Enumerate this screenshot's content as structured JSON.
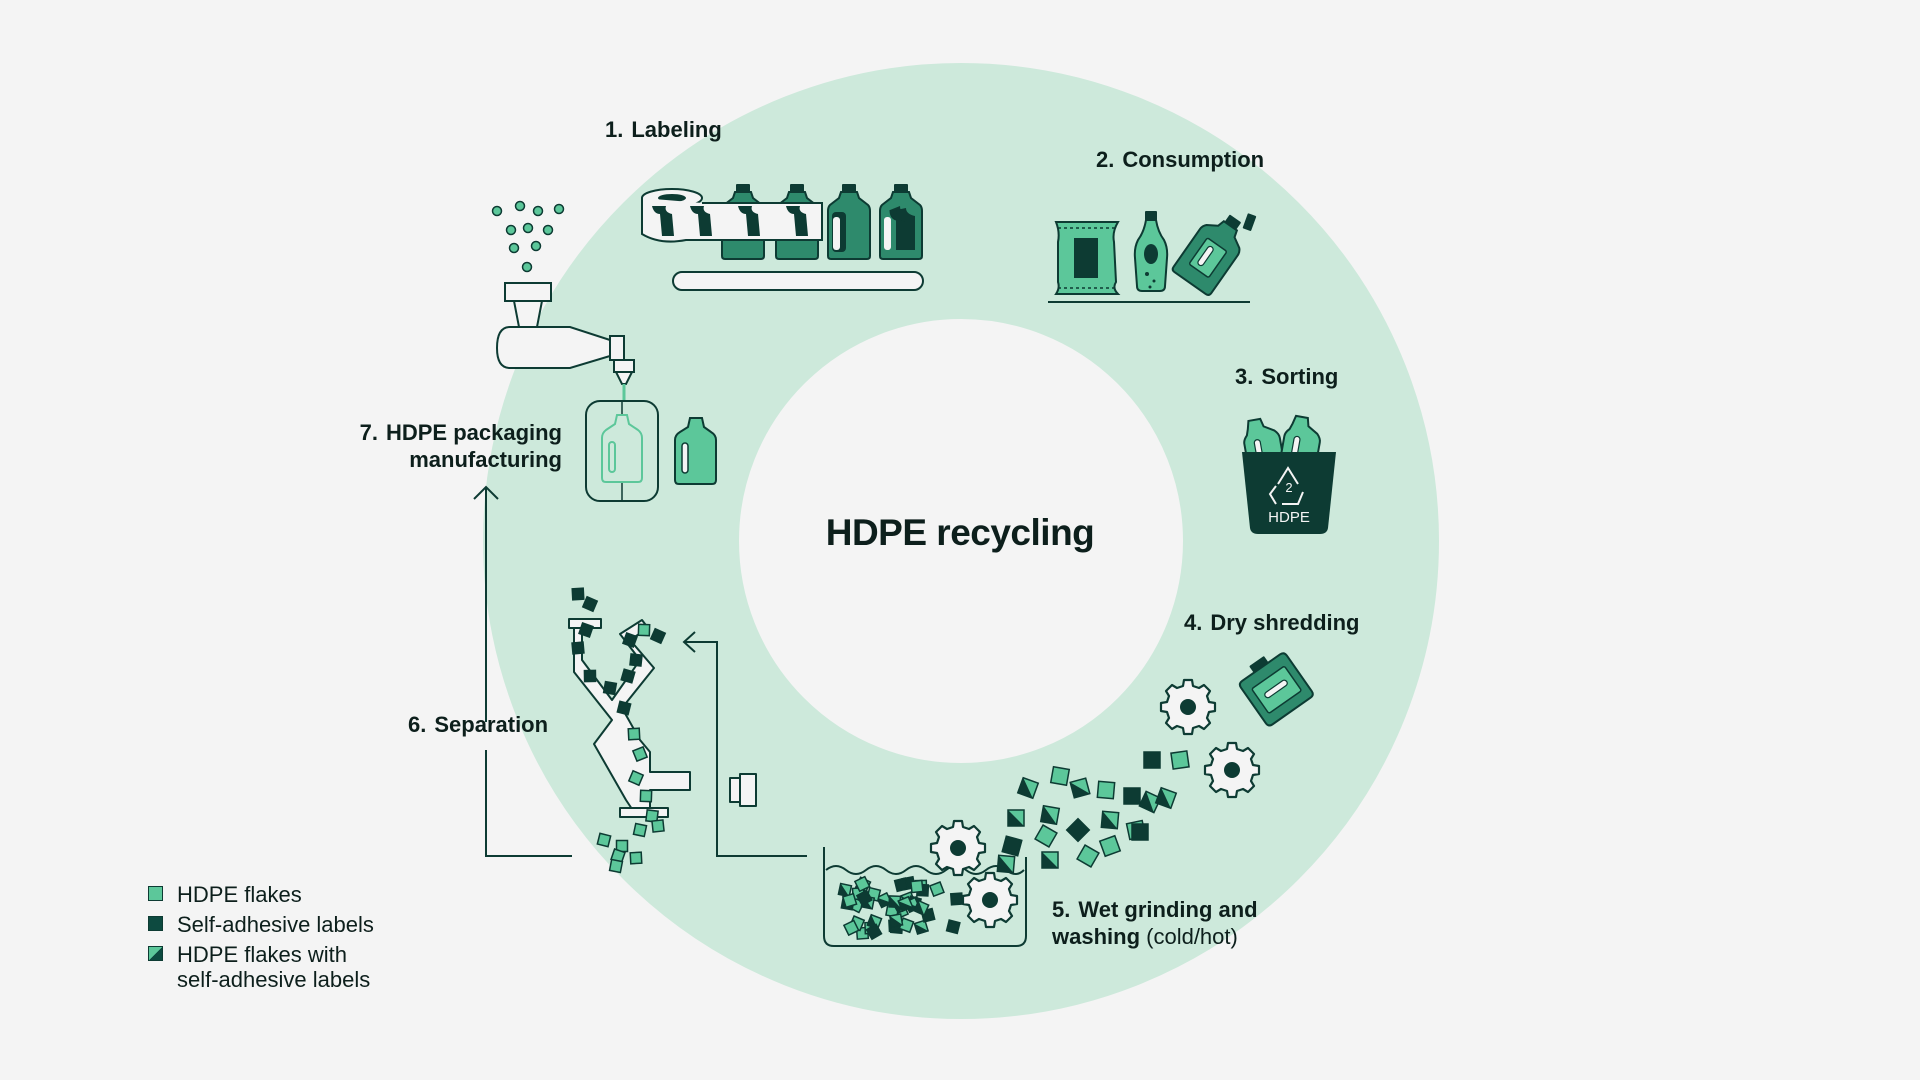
{
  "title": "HDPE recycling",
  "steps": [
    {
      "num": "1.",
      "label": "Labeling"
    },
    {
      "num": "2.",
      "label": "Consumption"
    },
    {
      "num": "3.",
      "label": "Sorting"
    },
    {
      "num": "4.",
      "label": "Dry shredding"
    },
    {
      "num": "5.",
      "label_line1": "Wet grinding and",
      "label_line2_bold": "washing",
      "label_line2_normal": " (cold/hot)"
    },
    {
      "num": "6.",
      "label": "Separation"
    },
    {
      "num": "7.",
      "label_line1": "HDPE packaging",
      "label_line2": "manufacturing"
    }
  ],
  "recycle_code": "2",
  "recycle_text": "HDPE",
  "legend": [
    {
      "label": "HDPE flakes",
      "color": "#5cc79a"
    },
    {
      "label": "Self-adhesive labels",
      "color": "#0d4a40"
    },
    {
      "label_line1": "HDPE flakes with",
      "label_line2": "self-adhesive labels",
      "color": "split"
    }
  ],
  "colors": {
    "ring": "#cde9db",
    "dark": "#0d3b33",
    "green": "#5cc79a",
    "mid": "#2e8a6c",
    "background": "#f4f4f4"
  },
  "icons": [
    "pellets-icon",
    "extruder-icon",
    "bottle-mold-icon",
    "bottle-icon",
    "label-roll-icon",
    "conveyor-icon",
    "bag-icon",
    "recycle-bin-icon",
    "gear-icon",
    "washing-tank-icon",
    "separator-icon",
    "arrow-icon"
  ]
}
